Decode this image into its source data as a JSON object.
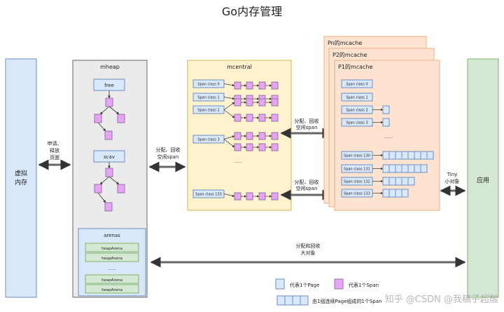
{
  "title": "Go内存管理",
  "colors": {
    "page_fill": "#dae8fc",
    "page_stroke": "#6c8ebf",
    "span_fill": "#e6a4f3",
    "span_stroke": "#9673a6",
    "heap_fill": "#ebebeb",
    "heap_stroke": "#666666",
    "central_fill": "#fff2cc",
    "central_stroke": "#d6b656",
    "cache_fill": "#fde3d0",
    "cache_stroke": "#f0b080",
    "app_fill": "#d5e8d4",
    "app_stroke": "#82b366",
    "arena_fill": "#d5e8d4",
    "arena_stroke": "#82b366"
  },
  "virtual_memory": {
    "label_line1": "虚拟",
    "label_line2": "内存"
  },
  "mheap": {
    "label": "mheap",
    "free_label": "free",
    "scav_label": "scav",
    "arenas_label": "arenas",
    "heap_arenas": [
      "heapArena",
      "heapArena",
      "heapArena",
      "heapArena"
    ],
    "ellipsis": "……"
  },
  "vm_mheap_arrow": {
    "line1": "申请、",
    "line2": "释放",
    "line3": "页面"
  },
  "mheap_central_arrow": {
    "line1": "分配、回收",
    "line2": "空闲span"
  },
  "mcentral": {
    "label": "mcentral",
    "span_classes": [
      "Span class 0",
      "Span class 1",
      "Span class 2",
      "Span class 3",
      "Span class 133"
    ],
    "ellipsis": "……"
  },
  "central_cache_arrows": [
    {
      "line1": "分配、回收",
      "line2": "空闲span"
    },
    {
      "line1": "分配、回收",
      "line2": "空闲span"
    }
  ],
  "mcaches": {
    "pn_label": "Pn的mcache",
    "p2_label": "P2的mcache",
    "p1_label": "P1的mcache",
    "span_classes_top": [
      "Span class 0",
      "Span class 1",
      "Span class 2",
      "Span class 3"
    ],
    "span_classes_bottom": [
      "Span class 130",
      "Span class 131",
      "Span class 132",
      "Span class 133"
    ],
    "ellipsis": "……"
  },
  "tiny_arrow": {
    "line1": "Tiny",
    "line2": "小对象"
  },
  "application": {
    "label": "应用"
  },
  "large_object_arrow": {
    "line1": "分配和回收",
    "line2": "大对象"
  },
  "legend": {
    "page": "代表1个Page",
    "span": "代表1个Span",
    "multi_page_span": "由1组连续Page组成的1个Span"
  },
  "watermark": "知乎 @CSDN @我稿子超酸"
}
